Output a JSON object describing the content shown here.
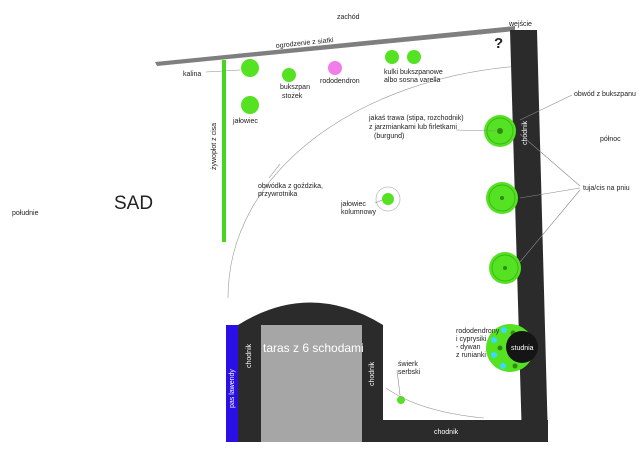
{
  "compass": {
    "west": "zachód",
    "east": "północ",
    "south": "południe"
  },
  "fence_label": "ogrodzenie z siatki",
  "entrance_label": "wejście",
  "question_mark": "?",
  "orchard_label": "SAD",
  "hedge_label": "żywopłot z cisa",
  "plants": {
    "kalina": "kalina",
    "bukszpan_1": "bukszpan",
    "bukszpan_2": "stożek",
    "rododendron": "rododendron",
    "kulki_1": "kulki bukszpanowe",
    "kulki_2": "albo sosna varella",
    "jalowiec": "jałowiec",
    "trawa_1": "jakaś trawa (stipa, rozchodnik)",
    "trawa_2": "z jarzmiankami lub firletkami",
    "trawa_3": "(burgund)",
    "obwodka_bukszpanu": "obwód z bukszpanu",
    "obwodka_gozdzik_1": "obwódka z goździka,",
    "obwodka_gozdzik_2": "przywrotnika",
    "jalowiec_kol_1": "jałowiec",
    "jalowiec_kol_2": "kolumnowy",
    "tuja": "tuja/cis na pniu",
    "rododendrony_1": "rododendrony",
    "rododendrony_2": "i cyprysiki",
    "rododendrony_3": "- dywan",
    "rododendrony_4": "z runianki",
    "swierk_1": "świerk",
    "swierk_2": "serbski"
  },
  "paths": {
    "chodnik": "chodnik"
  },
  "well_label": "studnia",
  "terrace_label": "taras z 6 schodami",
  "lavender_label": "pas lawendy",
  "colors": {
    "fence": "#7f7f7f",
    "path": "#2b2b2b",
    "plant": "#55e222",
    "rhodo": "#f07de8",
    "hedge": "#43d81f",
    "lavender": "#2a10e6",
    "terrace": "#a6a6a6",
    "well": "#151515",
    "light_cyan": "#3ad9ff"
  }
}
